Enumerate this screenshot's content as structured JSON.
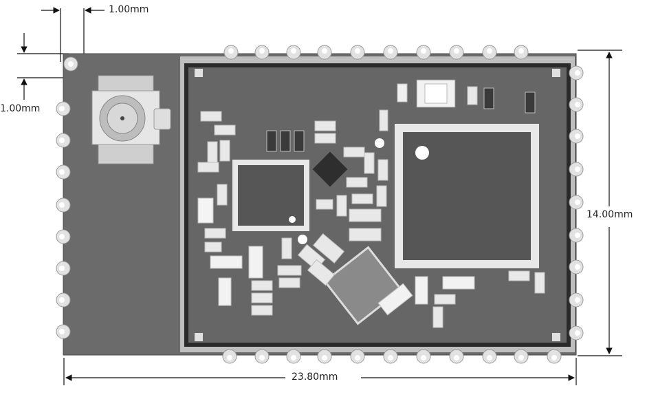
{
  "dimensions": {
    "top_pad_offset": "1.00mm",
    "left_pad_offset": "1.00mm",
    "height": "14.00mm",
    "width": "23.80mm"
  },
  "colors": {
    "board": "#6b6b6b",
    "shield": "#666666",
    "shield_edge": "#2a2a2a",
    "pad_ring": "#e2e2e2",
    "component_dark": "#3a3a3a",
    "component_light": "#f2f2f2"
  }
}
